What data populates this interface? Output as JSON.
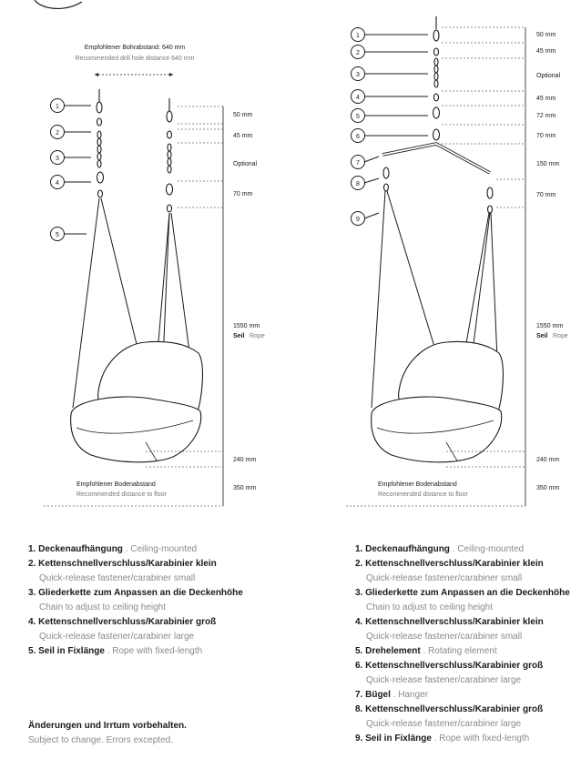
{
  "left": {
    "drill_de": "Empfohlener Bohrabstand: 640 mm",
    "drill_en": "Recommended drill hole distance 640 mm",
    "markers": [
      "1",
      "2",
      "3",
      "4",
      "5"
    ],
    "dims": [
      "50 mm",
      "45 mm",
      "Optional",
      "70 mm",
      "1550 mm",
      "240 mm",
      "350 mm"
    ],
    "rope_de": "Seil",
    "rope_en": "Rope",
    "floor_de": "Empfohlener Bodenabstand",
    "floor_en": "Recommended distance to floor"
  },
  "right": {
    "markers": [
      "1",
      "2",
      "3",
      "4",
      "5",
      "6",
      "7",
      "8",
      "9"
    ],
    "dims": [
      "50 mm",
      "45 mm",
      "Optional",
      "45 mm",
      "72 mm",
      "70 mm",
      "150 mm",
      "70 mm",
      "1550 mm",
      "240 mm",
      "350 mm"
    ],
    "rope_de": "Seil",
    "rope_en": "Rope",
    "floor_de": "Empfohlener Bodenabstand",
    "floor_en": "Recommended distance to floor"
  },
  "legend_left": [
    {
      "de": "1. Deckenaufhängung",
      "en": "Ceiling-mounted"
    },
    {
      "de": "2. Kettenschnellverschluss/Karabinier klein",
      "sub": "Quick-release fastener/carabiner small"
    },
    {
      "de": "3. Gliederkette zum Anpassen an die Deckenhöhe",
      "sub": "Chain to adjust to ceiling height"
    },
    {
      "de": "4. Kettenschnellverschluss/Karabinier groß",
      "sub": "Quick-release fastener/carabiner large"
    },
    {
      "de": "5. Seil in Fixlänge",
      "en": "Rope with fixed-length"
    }
  ],
  "legend_right": [
    {
      "de": "1. Deckenaufhängung",
      "en": "Ceiling-mounted"
    },
    {
      "de": "2. Kettenschnellverschluss/Karabinier klein",
      "sub": "Quick-release fastener/carabiner small"
    },
    {
      "de": "3. Gliederkette zum Anpassen an die Deckenhöhe",
      "sub": "Chain to adjust to ceiling height"
    },
    {
      "de": "4. Kettenschnellverschluss/Karabinier klein",
      "sub": "Quick-release fastener/carabiner small"
    },
    {
      "de": "5. Drehelement",
      "en": "Rotating element"
    },
    {
      "de": "6. Kettenschnellverschluss/Karabinier groß",
      "sub": "Quick-release fastener/carabiner large"
    },
    {
      "de": "7. Bügel",
      "en": "Hanger"
    },
    {
      "de": "8. Kettenschnellverschluss/Karabinier groß",
      "sub": "Quick-release fastener/carabiner large"
    },
    {
      "de": "9. Seil in Fixlänge",
      "en": "Rope with fixed-length"
    }
  ],
  "footer": {
    "de": "Änderungen und Irrtum vorbehalten.",
    "en": "Subject to change. Errors excepted."
  }
}
